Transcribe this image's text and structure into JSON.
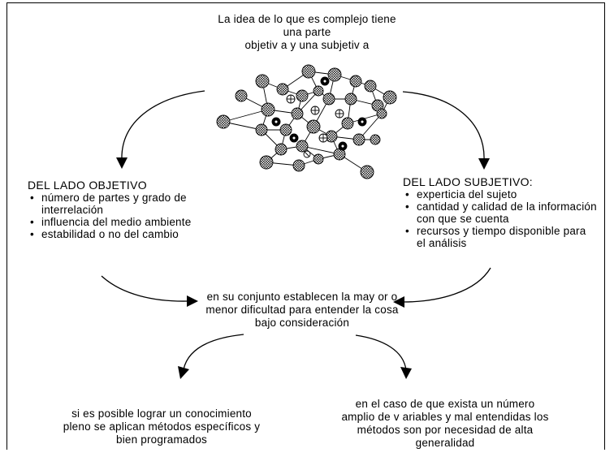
{
  "title_lines": [
    "La idea de lo que es complejo tiene",
    "una parte",
    "objetiv a y una subjetiv a"
  ],
  "left_box": {
    "heading": "DEL LADO OBJETIVO",
    "items": [
      "número de partes y grado de interrelación",
      "influencia del medio ambiente",
      "estabilidad o no del cambio"
    ]
  },
  "right_box": {
    "heading": "DEL LADO SUBJETIVO:",
    "items": [
      "experticia del sujeto",
      "cantidad y calidad de la información con que se cuenta",
      "recursos y tiempo disponible para el análisis"
    ]
  },
  "middle_lines": [
    "en su conjunto establecen la may or o",
    "menor dificultad para entender  la cosa",
    "bajo consideración"
  ],
  "bottom_left_lines": [
    "si es posible lograr un conocimiento",
    "pleno se aplican métodos  específicos y",
    "bien programados"
  ],
  "bottom_right_lines": [
    "en el caso de que exista un número",
    "amplio de v ariables y  mal entendidas los",
    "métodos son por necesidad de alta",
    "generalidad"
  ]
}
